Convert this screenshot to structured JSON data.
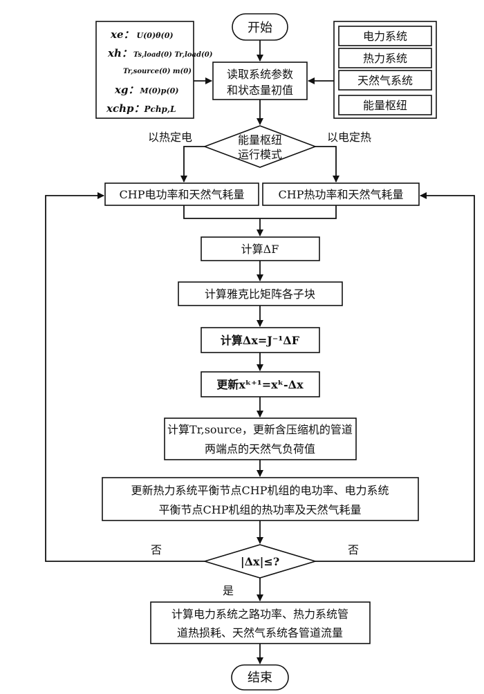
{
  "start": "开始",
  "end": "结束",
  "vars": {
    "xe": "xe：",
    "xe_rest": "U(0)θ(0)",
    "xh": "xh：",
    "xh_rest1": "Ts,load(0) Tr,load(0)",
    "xh_rest2": "Tr,source(0) m(0)",
    "xg": "xg：",
    "xg_rest": "M(0)p(0)",
    "xchp": "xchp：",
    "xchp_rest": "Pchp,L"
  },
  "systems": [
    "电力系统",
    "热力系统",
    "天然气系统",
    "能量枢纽"
  ],
  "read_params": [
    "读取系统参数",
    "和状态量初值"
  ],
  "mode": {
    "line1": "能量枢纽",
    "line2": "运行模式",
    "left": "以热定电",
    "right": "以电定热"
  },
  "chp_left": "CHP电功率和天然气耗量",
  "chp_right": "CHP热功率和天然气耗量",
  "step_dF": "计算ΔF",
  "step_jacobian": "计算雅克比矩阵各子块",
  "step_dx": "计算Δx=J⁻¹ΔF",
  "step_update": "更新xᵏ⁺¹=xᵏ-Δx",
  "step_tr": [
    "计算Tr,source，更新含压缩机的管道",
    "两端点的天然气负荷值"
  ],
  "step_balance": [
    "更新热力系统平衡节点CHP机组的电功率、电力系统",
    "平衡节点CHP机组的热功率及天然气耗量"
  ],
  "converge": "|Δx|≤?",
  "no_left": "否",
  "no_right": "否",
  "yes": "是",
  "final": [
    "计算电力系统之路功率、热力系统管",
    "道热损耗、天然气系统各管道流量"
  ]
}
